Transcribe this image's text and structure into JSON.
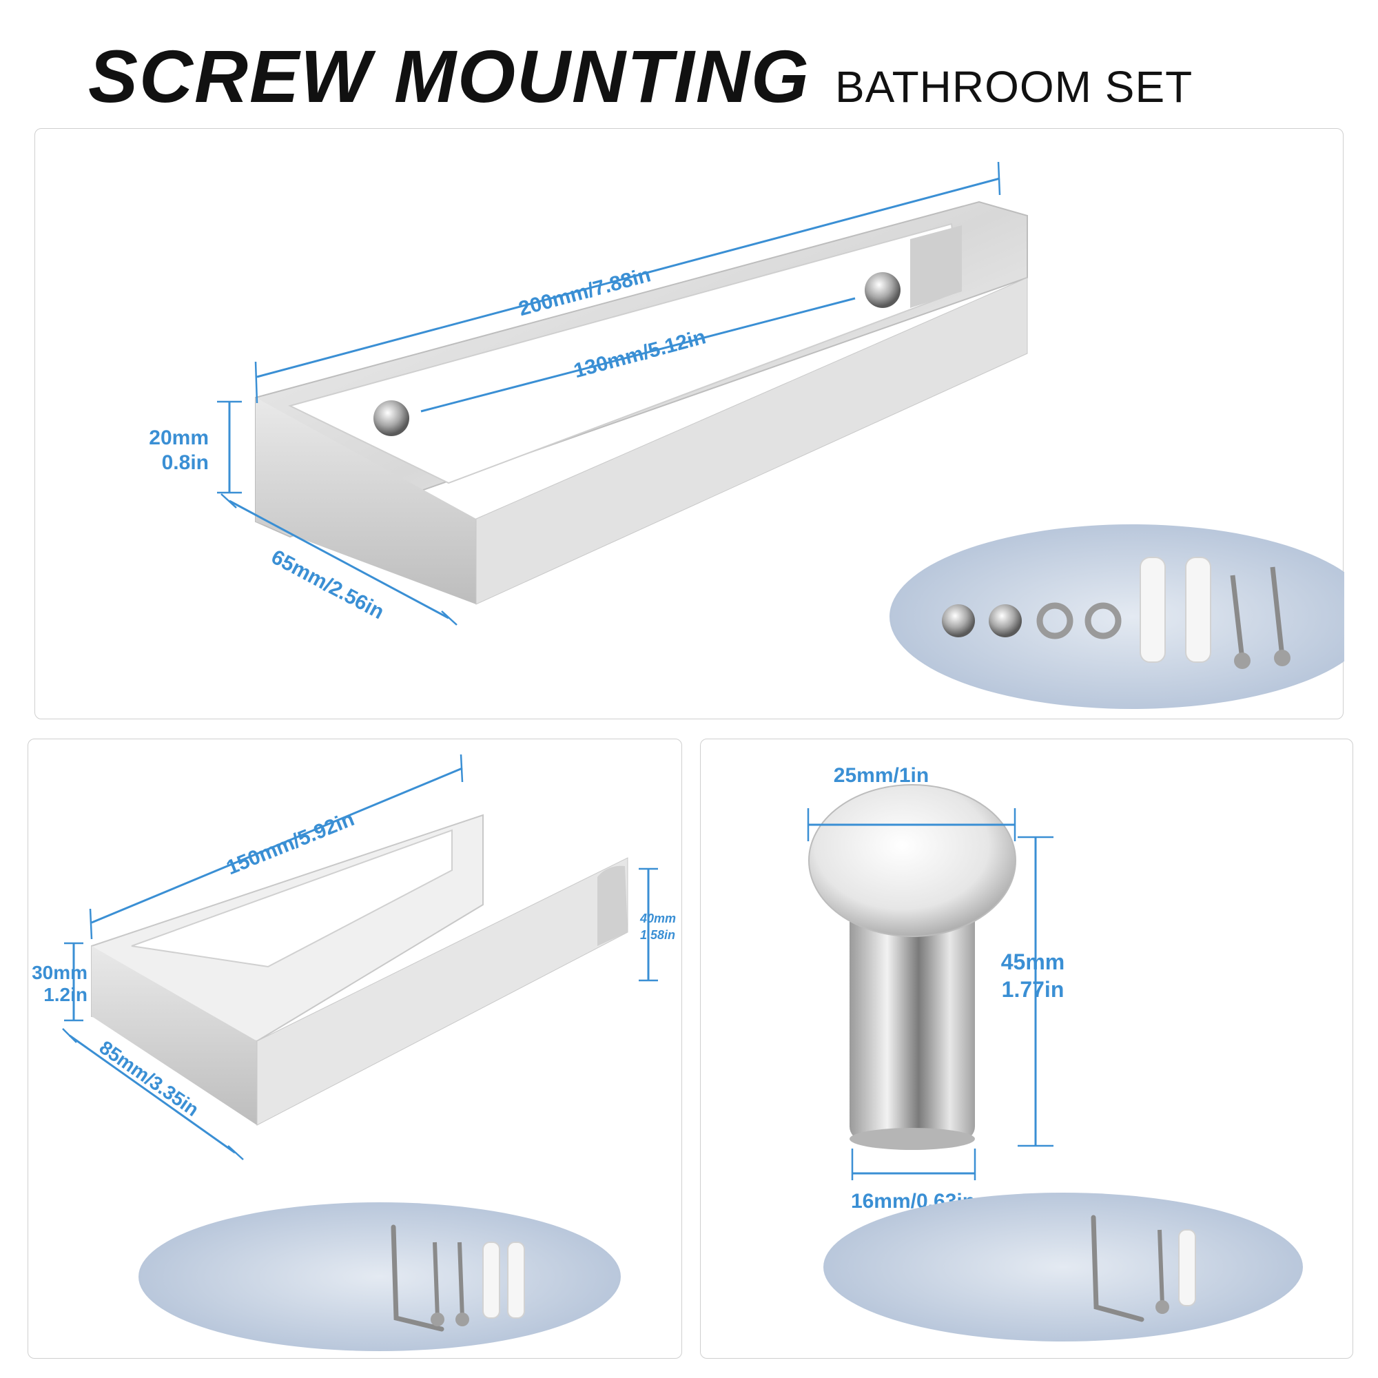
{
  "title": {
    "main": "SCREW MOUNTING",
    "sub": "BATHROOM SET"
  },
  "towel_bar": {
    "length": "200mm/7.88in",
    "post_spacing": "130mm/5.12in",
    "height_mm": "20mm",
    "height_in": "0.8in",
    "depth": "65mm/2.56in"
  },
  "paper_holder": {
    "length": "150mm/5.92in",
    "height_mm": "30mm",
    "height_in": "1.2in",
    "depth": "85mm/3.35in",
    "hook_mm": "40mm",
    "hook_in": "1.58in"
  },
  "robe_hook": {
    "cap_diameter": "25mm/1in",
    "height_mm": "45mm",
    "height_in": "1.77in",
    "base_diameter": "16mm/0.63in"
  },
  "colors": {
    "dimension": "#3a8fd4",
    "panel_border": "#cfcfcf"
  }
}
